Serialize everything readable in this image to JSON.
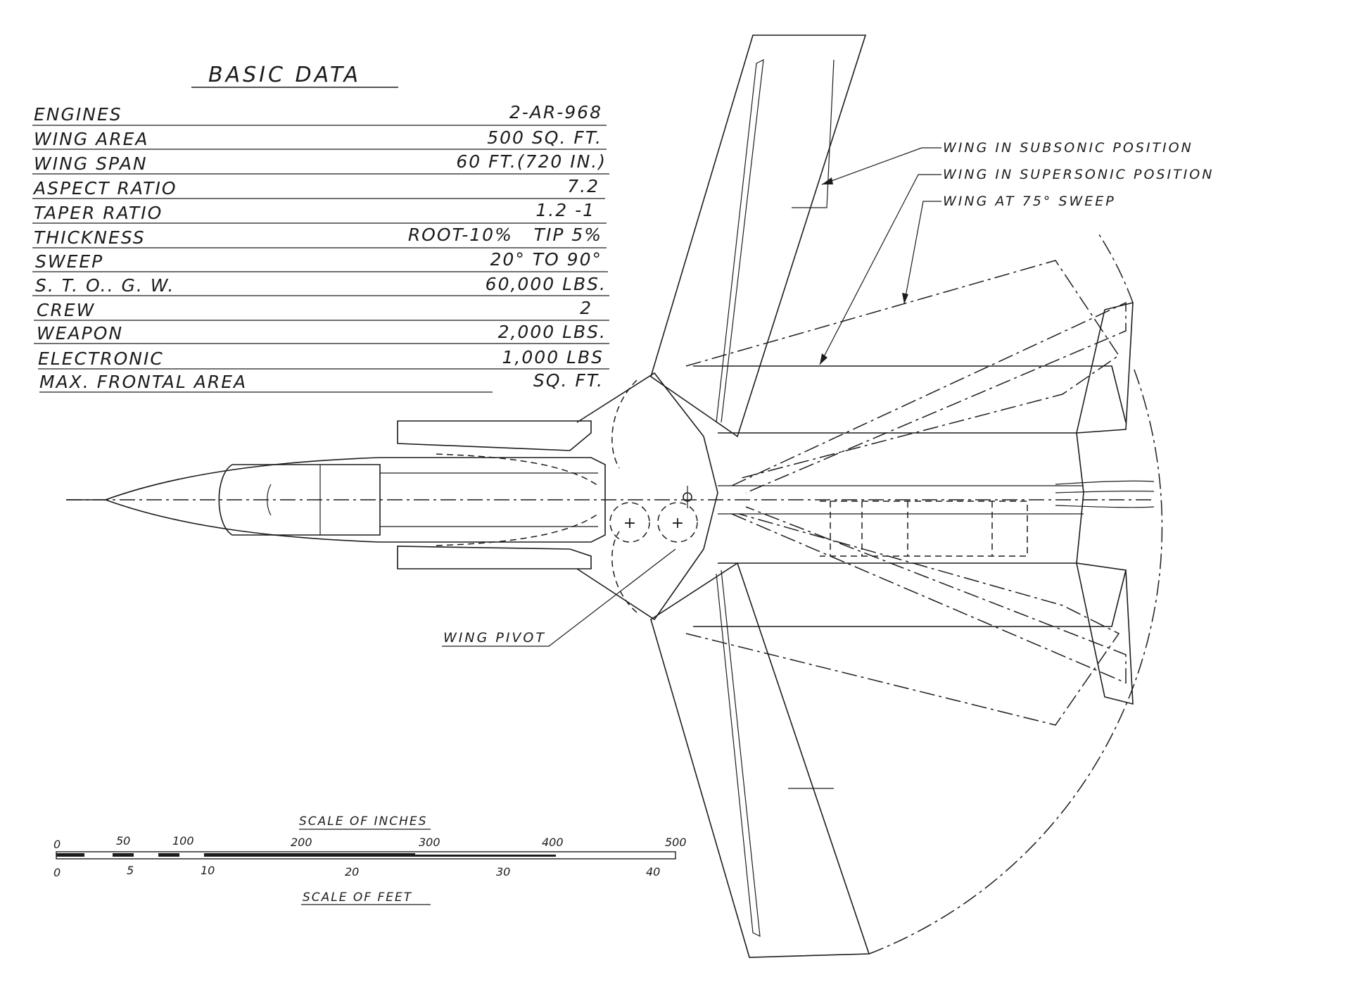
{
  "basic_data": {
    "title": "BASIC DATA",
    "rows": [
      {
        "label": "ENGINES",
        "value": "2-AR-968"
      },
      {
        "label": "WING AREA",
        "value": "500 SQ. FT."
      },
      {
        "label": "WING SPAN",
        "value": "60 FT.(720 IN.)"
      },
      {
        "label": "ASPECT RATIO",
        "value": "7.2"
      },
      {
        "label": "TAPER RATIO",
        "value": "1.2 -1"
      },
      {
        "label": "THICKNESS",
        "value": "ROOT-10%   TIP 5%"
      },
      {
        "label": "SWEEP",
        "value": "20° TO 90°"
      },
      {
        "label": "S. T. O.. G. W.",
        "value": "60,000 LBS."
      },
      {
        "label": "CREW",
        "value": "2"
      },
      {
        "label": "WEAPON",
        "value": "2,000 LBS."
      },
      {
        "label": "ELECTRONIC",
        "value": "1,000 LBS"
      },
      {
        "label": "MAX. FRONTAL AREA",
        "value": "SQ. FT."
      }
    ]
  },
  "callouts": {
    "subsonic": "WING IN SUBSONIC POSITION",
    "supersonic": "WING IN SUPERSONIC POSITION",
    "sweep75": "WING AT 75° SWEEP",
    "pivot": "WING PIVOT"
  },
  "scale_inches": {
    "title": "SCALE OF INCHES",
    "ticks": [
      "0",
      "50",
      "100",
      "200",
      "300",
      "400",
      "500"
    ]
  },
  "scale_feet": {
    "title": "SCALE OF FEET",
    "ticks": [
      "0",
      "5",
      "10",
      "20",
      "30",
      "40"
    ]
  }
}
